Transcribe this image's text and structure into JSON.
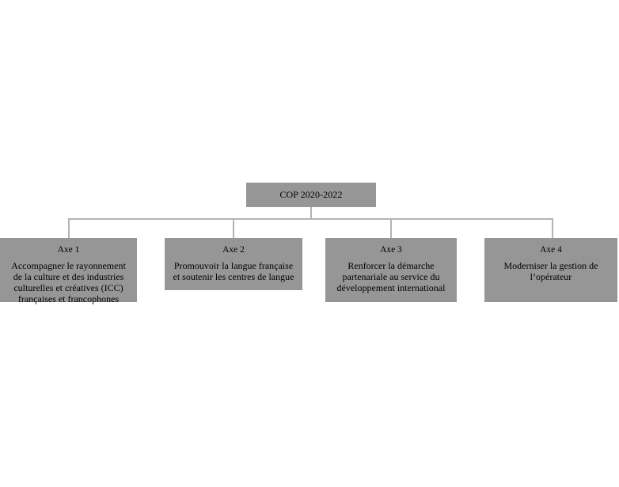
{
  "diagram": {
    "type": "organizational-chart",
    "orientation": "top-down",
    "colors": {
      "node_fill": "#969696",
      "connector": "#b3b3b3",
      "text": "#000000",
      "background": "#ffffff"
    },
    "root": {
      "title": "COP 2020-2022"
    },
    "children": [
      {
        "title": "Axe 1",
        "description_lines": [
          "Accompagner le rayonnement",
          "de la culture et des industries",
          "culturelles et créatives (ICC)",
          "françaises et francophones"
        ]
      },
      {
        "title": "Axe 2",
        "description_lines": [
          "Promouvoir la langue française",
          "et soutenir les centres de langue"
        ]
      },
      {
        "title": "Axe 3",
        "description_lines": [
          "Renforcer la démarche",
          "partenariale au service du",
          "développement international"
        ]
      },
      {
        "title": "Axe 4",
        "description_lines": [
          "Moderniser la gestion de",
          "l’opérateur"
        ]
      }
    ]
  }
}
